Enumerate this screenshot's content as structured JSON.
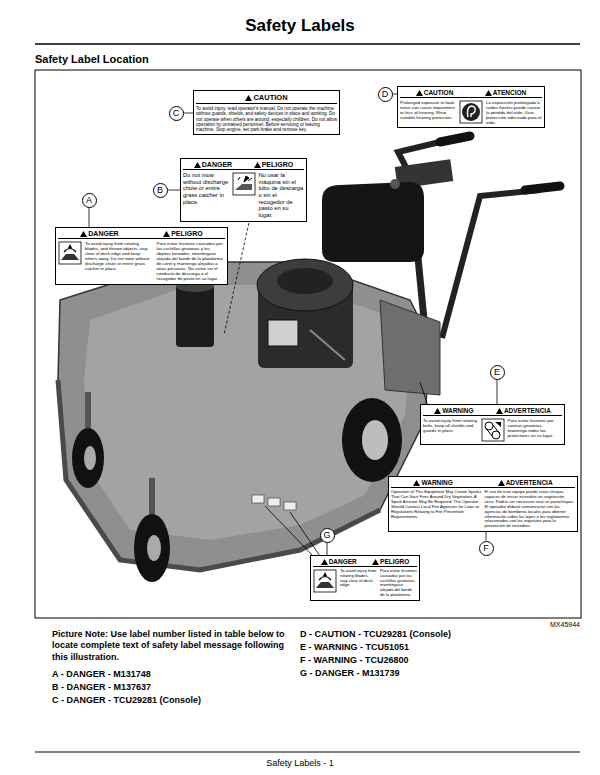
{
  "diagram": {
    "title": "Safety Labels",
    "nodes": [
      {
        "text": [
          "A"
        ]
      },
      {
        "text": [
          "DANGER",
          "PELIGRO",
          "To avoid injury from rotating blades, and thrown objects, stay clear of deck edge and keep others away. Do not mow without discharge chute or entire grass catcher in place.",
          "Para evitar lesiones causadas por las cuchillas giratorias y los objetos lanzados, manténgase alejado del borde de la plataforma de corte y mantenga alejadas a otras personas. No cortar sin el conducto de descarga o el recogedor de pasto en su lugar."
        ]
      },
      {
        "text": [
          "B"
        ]
      },
      {
        "text": [
          "DANGER",
          "PELIGRO",
          "Do not mow without discharge chute or entire grass catcher in place.",
          "No usar la máquina sin el tubo de descarga o sin el recogedor de pasto en su lugar."
        ]
      },
      {
        "text": [
          "C"
        ]
      },
      {
        "text": [
          "CAUTION",
          "To avoid injury, read operator's manual. Do not operate the machine without guards, shields, and safety devices in place and working. Do not operate when others are around, especially children. Do not allow operation by untrained personnel. Before servicing or leaving machine: Stop engine, set park brake and remove key."
        ]
      },
      {
        "text": [
          "D"
        ]
      },
      {
        "text": [
          "CAUTION",
          "ATENCION",
          "Prolonged exposure to loud noise can cause impairment or loss of hearing. Wear suitable hearing protection.",
          "La exposición prolongada a ruidos fuertes puede causar la pérdida del oído. Usar protección adecuada para el oído."
        ]
      },
      {
        "text": [
          "E"
        ]
      },
      {
        "text": [
          "WARNING",
          "ADVERTENCIA",
          "To avoid injury from rotating belts, keep all shields and guards in place.",
          "Para evitar lesiones por correas giratorias, mantenga todos los protectores en su lugar."
        ]
      },
      {
        "text": [
          "F"
        ]
      },
      {
        "text": [
          "WARNING",
          "ADVERTENCIA",
          "Operation of This Equipment May Create Sparks That Can Start Fires Around Dry Vegetation. A Spark Arrestor May Be Required. The Operator Should Contact Local Fire Agencies for Laws or Regulations Relating to Fire Prevention Requirements.",
          "El uso de este equipo puede crear chispas capaces de iniciar incendios en vegetación seca. Podría ser necesario usar un parachispas. El operador deberá comunicarse con las agencias de bomberos locales para obtener información sobre las leyes o los reglamentos relacionados con los requisitos para la prevención de incendios."
        ]
      },
      {
        "text": [
          "G"
        ]
      },
      {
        "text": [
          "DANGER",
          "PELIGRO",
          "To avoid injury from rotating blades, stay clear of deck edge.",
          "Para evitar lesiones causadas por las cuchillas giratorias, manténgase alejado del borde de la plataforma."
        ]
      }
    ],
    "edges": [
      {
        "from": 0,
        "to": 1,
        "arrow": "none"
      },
      {
        "from": 2,
        "to": 3,
        "arrow": "none"
      },
      {
        "from": 4,
        "to": 5,
        "arrow": "none"
      },
      {
        "from": 6,
        "to": 7,
        "arrow": "none"
      },
      {
        "from": 8,
        "to": 9,
        "arrow": "none"
      },
      {
        "from": 10,
        "to": 11,
        "arrow": "none"
      },
      {
        "from": 12,
        "to": 13,
        "arrow": "none"
      }
    ],
    "labels": [
      "Safety Label Location",
      "MX45944",
      "Picture Note: Use label number listed in table below to locate complete text of safety label message following this illustration.",
      "A - DANGER - M131748",
      "B - DANGER - M137637",
      "C - DANGER - TCU29281 (Console)",
      "D - CAUTION - TCU29281 (Console)",
      "E - WARNING - TCU51051",
      "F - WARNING - TCU26800",
      "G - DANGER - M131739",
      "Safety Labels - 1"
    ]
  }
}
